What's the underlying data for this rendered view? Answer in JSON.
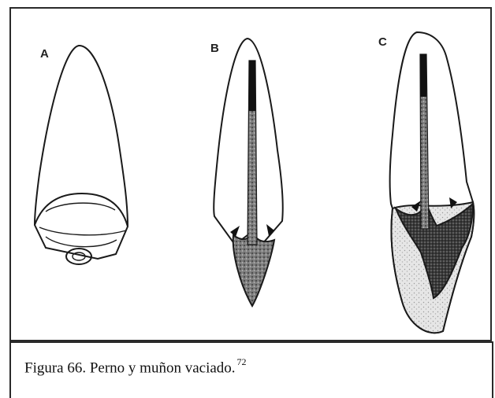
{
  "figure": {
    "panels": [
      {
        "label": "A"
      },
      {
        "label": "B"
      },
      {
        "label": "C"
      }
    ]
  },
  "caption": {
    "text": "Figura 66. Perno y muñon vaciado.",
    "reference": "72"
  },
  "colors": {
    "outline": "#1a1a1a",
    "post_fill": "#5a5a5a",
    "root_fill": "#d9d9d9"
  }
}
